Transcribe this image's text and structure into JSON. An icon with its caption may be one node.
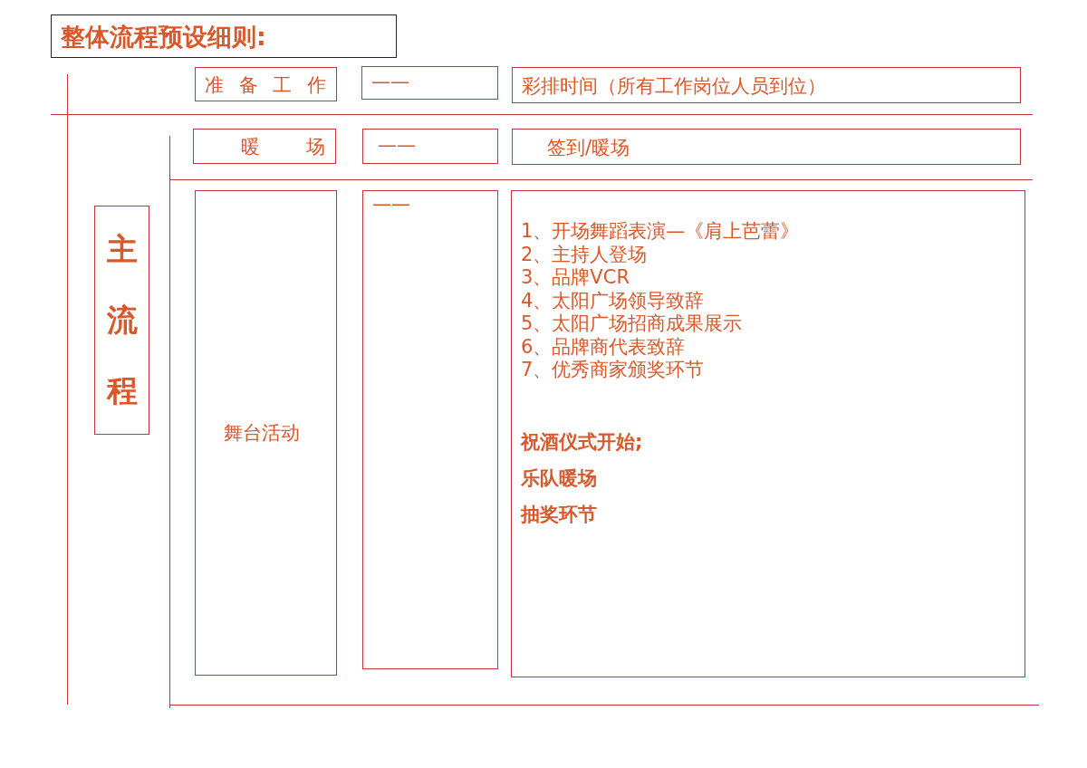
{
  "diagram": {
    "nodes": [
      {
        "text": [
          "整体流程预设细则:"
        ]
      },
      {
        "text": [
          "主流程"
        ]
      },
      {
        "text": [
          "准 备 工 作"
        ]
      },
      {
        "text": [
          "——"
        ]
      },
      {
        "text": [
          "彩排时间（所有工作岗位人员到位）"
        ]
      },
      {
        "text": [
          "暖 场"
        ]
      },
      {
        "text": [
          "——"
        ]
      },
      {
        "text": [
          "签到/暖场"
        ]
      },
      {
        "text": [
          "舞台活动"
        ]
      },
      {
        "text": [
          "——"
        ]
      },
      {
        "text": [
          "1、开场舞蹈表演—《肩上芭蕾》",
          "2、主持人登场",
          "3、品牌VCR",
          "4、太阳广场领导致辞",
          "5、太阳广场招商成果展示",
          "6、品牌商代表致辞",
          "7、优秀商家颁奖环节",
          "祝酒仪式开始;",
          "乐队暖场",
          "抽奖环节"
        ]
      }
    ],
    "edges": []
  }
}
